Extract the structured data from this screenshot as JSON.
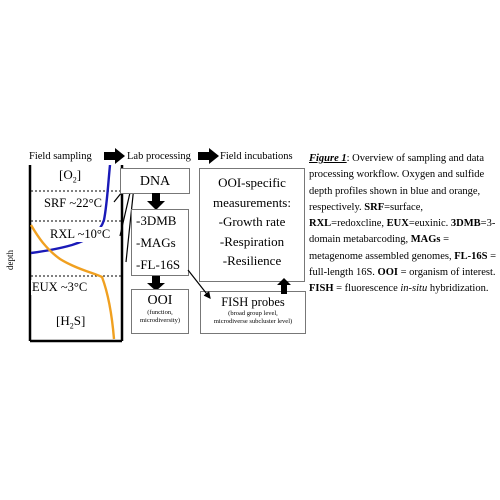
{
  "headers": {
    "field_sampling": "Field sampling",
    "lab_processing": "Lab processing",
    "field_incubations": "Field incubations"
  },
  "profile": {
    "o2": "[O",
    "o2_sub": "2",
    "o2_end": "]",
    "srf": "SRF ~22°C",
    "rxl": "RXL ~10°C",
    "eux": "EUX ~3°C",
    "h2s": "[H",
    "h2s_sub": "2",
    "h2s_end": "S]",
    "depth_label": "depth",
    "colors": {
      "oxygen": "#1a1ab8",
      "sulfide": "#f0a020"
    }
  },
  "lab": {
    "dna": "DNA",
    "items": [
      "-3DMB",
      "-MAGs",
      "-FL-16S"
    ],
    "ooi_title": "OOI",
    "ooi_sub1": "(function,",
    "ooi_sub2": "microdiversity)"
  },
  "incubation": {
    "title1": "OOI-specific",
    "title2": "measurements:",
    "items": [
      "-Growth rate",
      "-Respiration",
      "-Resilience"
    ]
  },
  "fish": {
    "title": "FISH probes",
    "sub1": "(broad group level,",
    "sub2": "microdiverse subcluster level)"
  },
  "caption": {
    "fig_label": "Figure 1",
    "intro": ": Overview of sampling and data processing workflow. Oxygen and sulfide depth profiles shown in blue and orange, respectively. ",
    "srf_b": "SRF",
    "srf_t": "=surface, ",
    "rxl_b": "RXL",
    "rxl_t": "=redoxcline, ",
    "eux_b": "EUX",
    "eux_t": "=euxinic. ",
    "dmb_b": "3DMB",
    "dmb_t": "=3-domain metabarcoding, ",
    "mags_b": "MAGs",
    "mags_t": " = metagenome assembled genomes, ",
    "fl_b": "FL-16S",
    "fl_t": " = full-length 16S. ",
    "ooi_b": "OOI",
    "ooi_t": " = organism of interest. ",
    "fish_b": "FISH",
    "fish_t": " = fluorescence ",
    "insitu_i": "in-situ",
    "end_t": " hybridization."
  }
}
